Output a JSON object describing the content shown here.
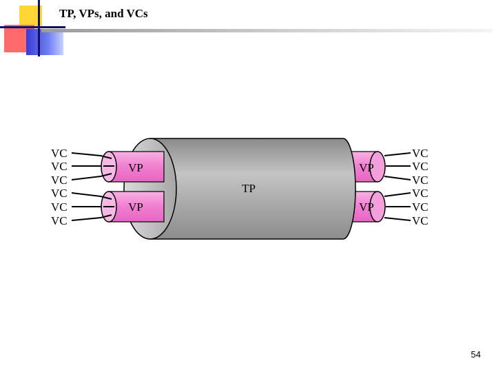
{
  "slide": {
    "title": "TP, VPs, and VCs",
    "page_number": "54"
  },
  "diagram": {
    "tp_label": "TP",
    "vp_labels": [
      "VP",
      "VP",
      "VP",
      "VP"
    ],
    "vc_labels_left": [
      "VC",
      "VC",
      "VC",
      "VC",
      "VC",
      "VC"
    ],
    "vc_labels_right": [
      "VC",
      "VC",
      "VC",
      "VC",
      "VC",
      "VC"
    ]
  },
  "colors": {
    "tp_body": "#a0a0a0",
    "vp_pink": "#f07fd0",
    "accent_yellow": "#ffd633",
    "accent_red": "#ff6a6a",
    "accent_blue": "#3b3bd6"
  }
}
